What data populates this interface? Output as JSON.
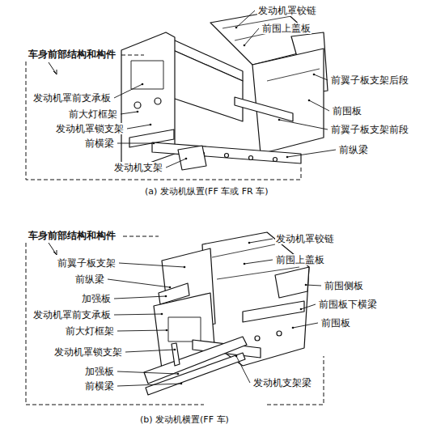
{
  "diagram": {
    "labels": [
      "车身前部结构和构件",
      "发动机罩铰链",
      "前围上盖板",
      "前翼子板支架后段",
      "前围板",
      "发动机罩前支承板",
      "前大灯框架",
      "发动机罩锁支架",
      "前横梁",
      "前翼子板支架前段",
      "前纵梁",
      "发动机支架",
      "(a) 发动机纵置(FF 车或 FR 车)",
      "车身前部结构和构件",
      "发动机罩铰链",
      "前翼子板支架",
      "前围上盖板",
      "前纵梁",
      "加强板",
      "发动机罩前支承板",
      "前围侧板",
      "前围板下横梁",
      "前大灯框架",
      "前围板",
      "发动机罩锁支架",
      "加强板",
      "前横梁",
      "发动机支架梁",
      "(b) 发动机横置(FF 车)"
    ]
  }
}
